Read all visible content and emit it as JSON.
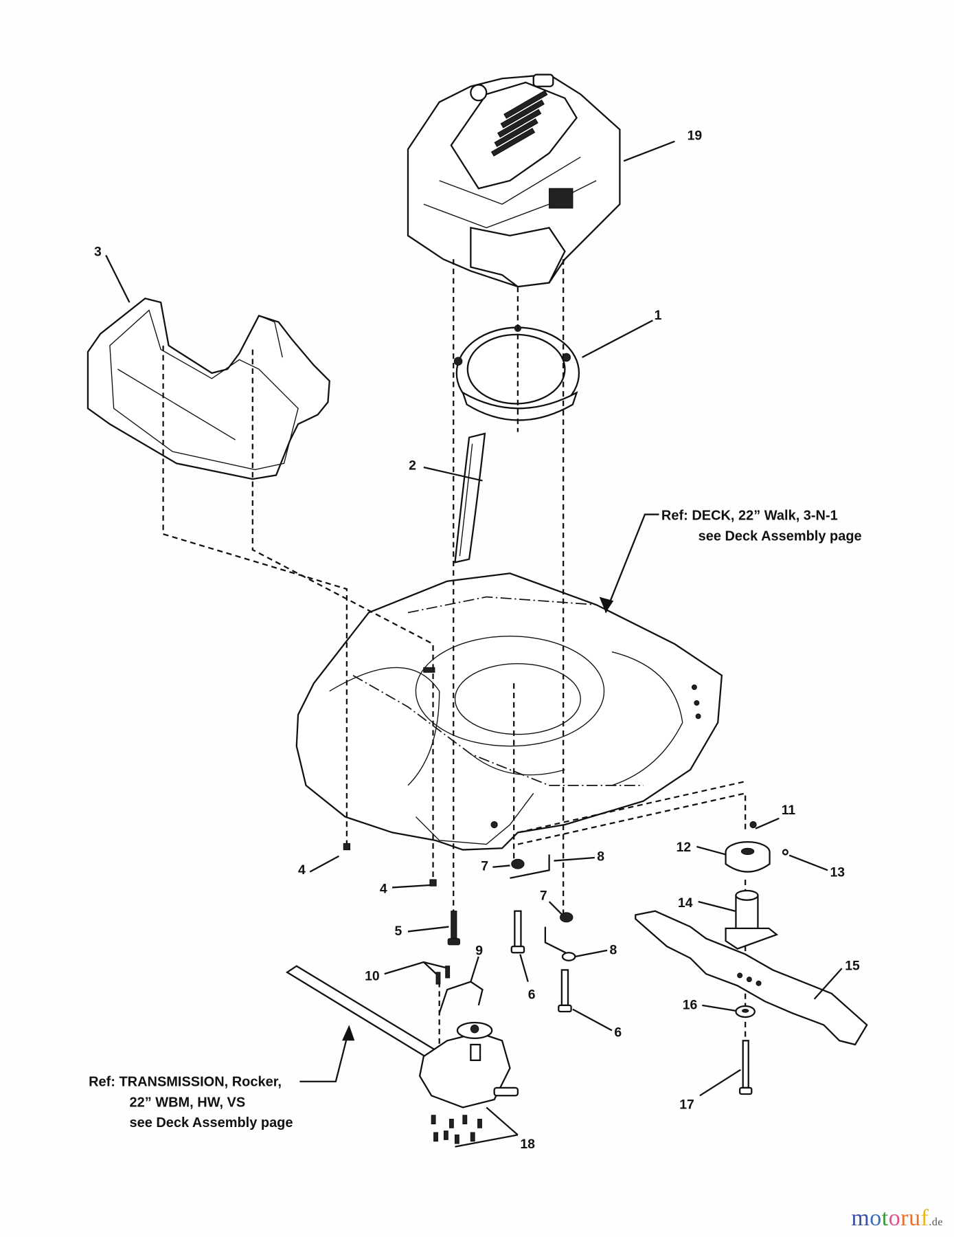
{
  "diagram": {
    "title": "Mower engine & deck exploded parts diagram",
    "callouts": [
      {
        "id": "1",
        "label": "1"
      },
      {
        "id": "2",
        "label": "2"
      },
      {
        "id": "3",
        "label": "3"
      },
      {
        "id": "4a",
        "label": "4"
      },
      {
        "id": "4b",
        "label": "4"
      },
      {
        "id": "5",
        "label": "5"
      },
      {
        "id": "6a",
        "label": "6"
      },
      {
        "id": "6b",
        "label": "6"
      },
      {
        "id": "7a",
        "label": "7"
      },
      {
        "id": "7b",
        "label": "7"
      },
      {
        "id": "8a",
        "label": "8"
      },
      {
        "id": "8b",
        "label": "8"
      },
      {
        "id": "9",
        "label": "9"
      },
      {
        "id": "10",
        "label": "10"
      },
      {
        "id": "11",
        "label": "11"
      },
      {
        "id": "12",
        "label": "12"
      },
      {
        "id": "13",
        "label": "13"
      },
      {
        "id": "14",
        "label": "14"
      },
      {
        "id": "15",
        "label": "15"
      },
      {
        "id": "16",
        "label": "16"
      },
      {
        "id": "17",
        "label": "17"
      },
      {
        "id": "18",
        "label": "18"
      },
      {
        "id": "19",
        "label": "19"
      }
    ],
    "ref_deck": {
      "line1": "Ref: DECK, 22” Walk, 3-N-1",
      "line2": "see Deck Assembly page"
    },
    "ref_transmission": {
      "line1": "Ref: TRANSMISSION, Rocker,",
      "line2": "22” WBM, HW, VS",
      "line3": "see Deck Assembly page"
    }
  },
  "watermark": {
    "letters": [
      {
        "ch": "m",
        "color": "#3b4fa8"
      },
      {
        "ch": "o",
        "color": "#3b6cc4"
      },
      {
        "ch": "t",
        "color": "#3a9a3a"
      },
      {
        "ch": "o",
        "color": "#e0508e"
      },
      {
        "ch": "r",
        "color": "#e8702a"
      },
      {
        "ch": "u",
        "color": "#e8702a"
      },
      {
        "ch": "f",
        "color": "#e8b820"
      }
    ],
    "suffix": ".de"
  }
}
